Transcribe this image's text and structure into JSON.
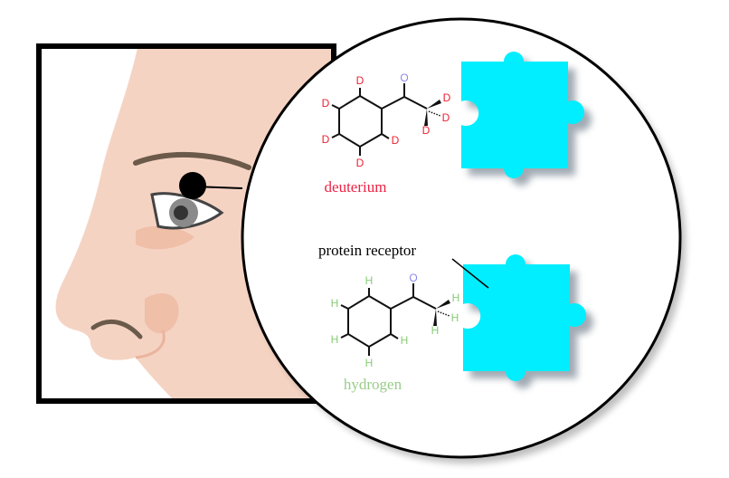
{
  "labels": {
    "deuterium": "deuterium",
    "hydrogen": "hydrogen",
    "protein_receptor": "protein receptor"
  },
  "atoms": {
    "deuterium": "D",
    "hydrogen": "H",
    "oxygen": "O"
  },
  "colors": {
    "deuterium": "#ee2244",
    "hydrogen": "#99cc88",
    "puzzle": "#00eeff",
    "skin": "#f5d3c3"
  }
}
